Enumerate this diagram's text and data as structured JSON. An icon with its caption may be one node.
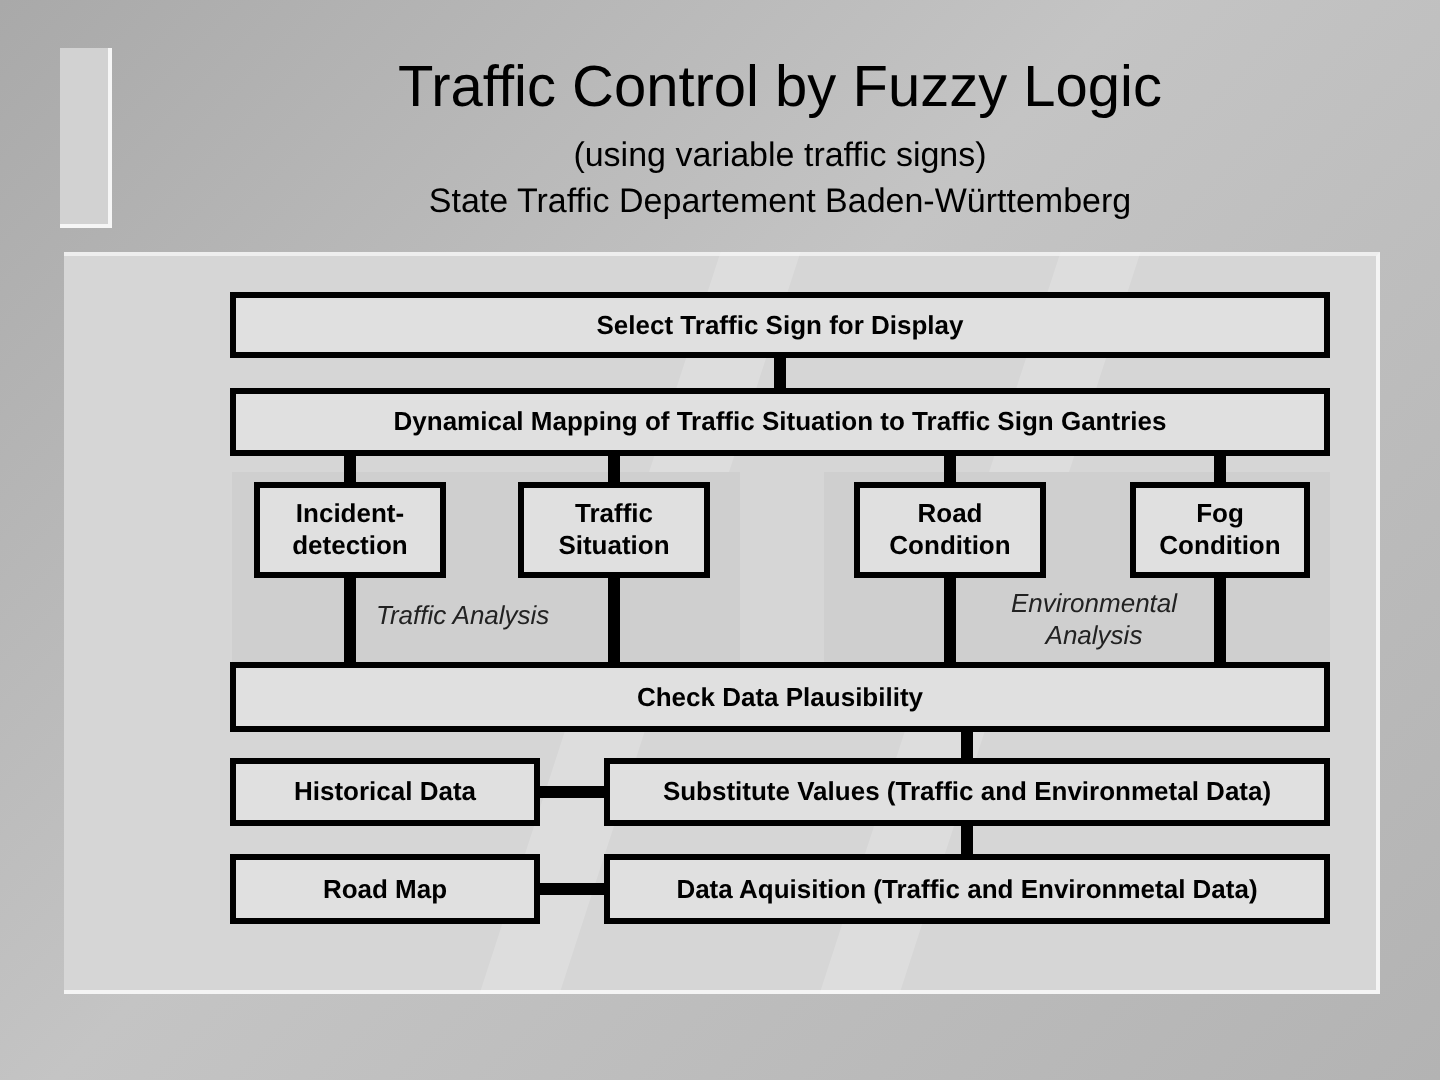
{
  "diagram": {
    "title": "Traffic Control by Fuzzy Logic",
    "nodes": [
      {
        "text": [
          "Select Traffic Sign for Display"
        ]
      },
      {
        "text": [
          "Dynamical Mapping of Traffic Situation to Traffic Sign Gantries"
        ]
      },
      {
        "text": [
          "Traffic Analysis"
        ]
      },
      {
        "text": [
          "Incident-detection"
        ],
        "in": 2
      },
      {
        "text": [
          "Traffic Situation"
        ],
        "in": 2
      },
      {
        "text": [
          "Environmental Analysis"
        ]
      },
      {
        "text": [
          "Road Condition"
        ],
        "in": 5
      },
      {
        "text": [
          "Fog Condition"
        ],
        "in": 5
      },
      {
        "text": [
          "Check Data Plausibility"
        ]
      },
      {
        "text": [
          "Historical Data"
        ]
      },
      {
        "text": [
          "Substitute Values (Traffic and Environmetal Data)"
        ]
      },
      {
        "text": [
          "Road Map"
        ]
      },
      {
        "text": [
          "Data Aquisition (Traffic and Environmetal Data)"
        ]
      }
    ],
    "edges": [
      {
        "from": 0,
        "to": 1,
        "arrow": "none"
      },
      {
        "from": 1,
        "to": 3,
        "arrow": "none"
      },
      {
        "from": 1,
        "to": 4,
        "arrow": "none"
      },
      {
        "from": 1,
        "to": 6,
        "arrow": "none"
      },
      {
        "from": 1,
        "to": 7,
        "arrow": "none"
      },
      {
        "from": 3,
        "to": 8,
        "arrow": "none"
      },
      {
        "from": 4,
        "to": 8,
        "arrow": "none"
      },
      {
        "from": 6,
        "to": 8,
        "arrow": "none"
      },
      {
        "from": 7,
        "to": 8,
        "arrow": "none"
      },
      {
        "from": 8,
        "to": 10,
        "arrow": "none"
      },
      {
        "from": 9,
        "to": 10,
        "arrow": "none"
      },
      {
        "from": 10,
        "to": 12,
        "arrow": "none"
      },
      {
        "from": 11,
        "to": 12,
        "arrow": "none"
      }
    ],
    "labels": [
      "(using variable traffic signs)",
      "State Traffic Departement Baden-Württemberg"
    ]
  }
}
